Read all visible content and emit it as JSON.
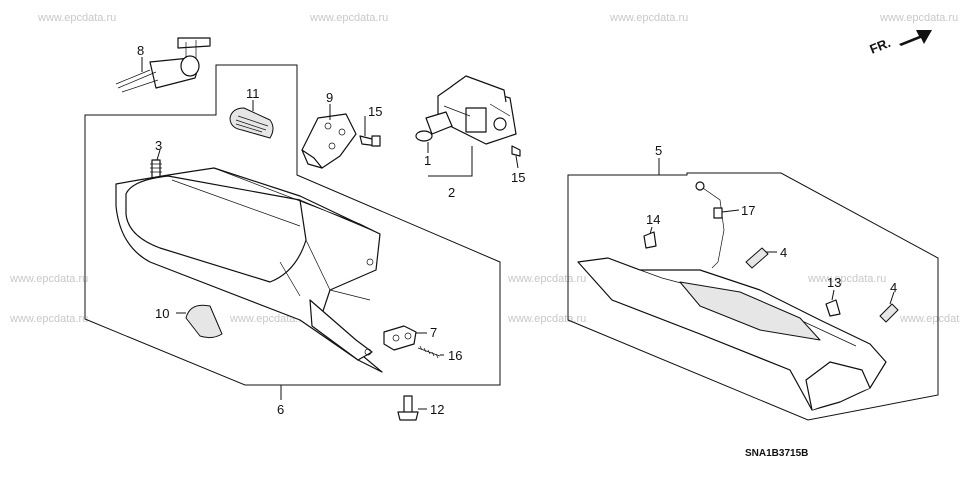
{
  "watermark": "www.epcdata.ru",
  "diagram_code": "SNA1B3715B",
  "direction_label": "FR.",
  "callouts": [
    {
      "id": "c8",
      "label": "8"
    },
    {
      "id": "c11",
      "label": "11"
    },
    {
      "id": "c9",
      "label": "9"
    },
    {
      "id": "c15a",
      "label": "15"
    },
    {
      "id": "c3",
      "label": "3"
    },
    {
      "id": "c1",
      "label": "1"
    },
    {
      "id": "c2",
      "label": "2"
    },
    {
      "id": "c15b",
      "label": "15"
    },
    {
      "id": "c10",
      "label": "10"
    },
    {
      "id": "c7",
      "label": "7"
    },
    {
      "id": "c16",
      "label": "16"
    },
    {
      "id": "c6",
      "label": "6"
    },
    {
      "id": "c12",
      "label": "12"
    },
    {
      "id": "c5",
      "label": "5"
    },
    {
      "id": "c14",
      "label": "14"
    },
    {
      "id": "c17",
      "label": "17"
    },
    {
      "id": "c4a",
      "label": "4"
    },
    {
      "id": "c13",
      "label": "13"
    },
    {
      "id": "c4b",
      "label": "4"
    }
  ]
}
